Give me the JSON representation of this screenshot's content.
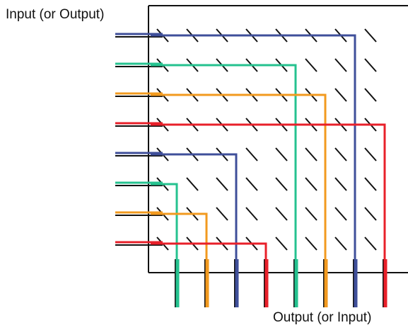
{
  "labels": {
    "top_left": "Input (or Output)",
    "bottom_right": "Output (or Input)"
  },
  "colors": {
    "frame": "#111111",
    "switch": "#111111",
    "blue": "#3f4f9a",
    "green": "#25c28f",
    "orange": "#f29a1f",
    "red": "#e8202a"
  },
  "crossbar": {
    "rows": 8,
    "cols": 8,
    "input_colors": [
      "blue",
      "green",
      "orange",
      "red",
      "blue",
      "green",
      "orange",
      "red"
    ],
    "output_colors": [
      "green",
      "orange",
      "blue",
      "red",
      "green",
      "orange",
      "blue",
      "red"
    ],
    "connections": [
      {
        "input": 1,
        "output": 7,
        "color": "blue"
      },
      {
        "input": 2,
        "output": 5,
        "color": "green"
      },
      {
        "input": 3,
        "output": 6,
        "color": "orange"
      },
      {
        "input": 4,
        "output": 8,
        "color": "red"
      },
      {
        "input": 5,
        "output": 3,
        "color": "blue"
      },
      {
        "input": 6,
        "output": 1,
        "color": "green"
      },
      {
        "input": 7,
        "output": 2,
        "color": "orange"
      },
      {
        "input": 8,
        "output": 4,
        "color": "red"
      }
    ]
  }
}
